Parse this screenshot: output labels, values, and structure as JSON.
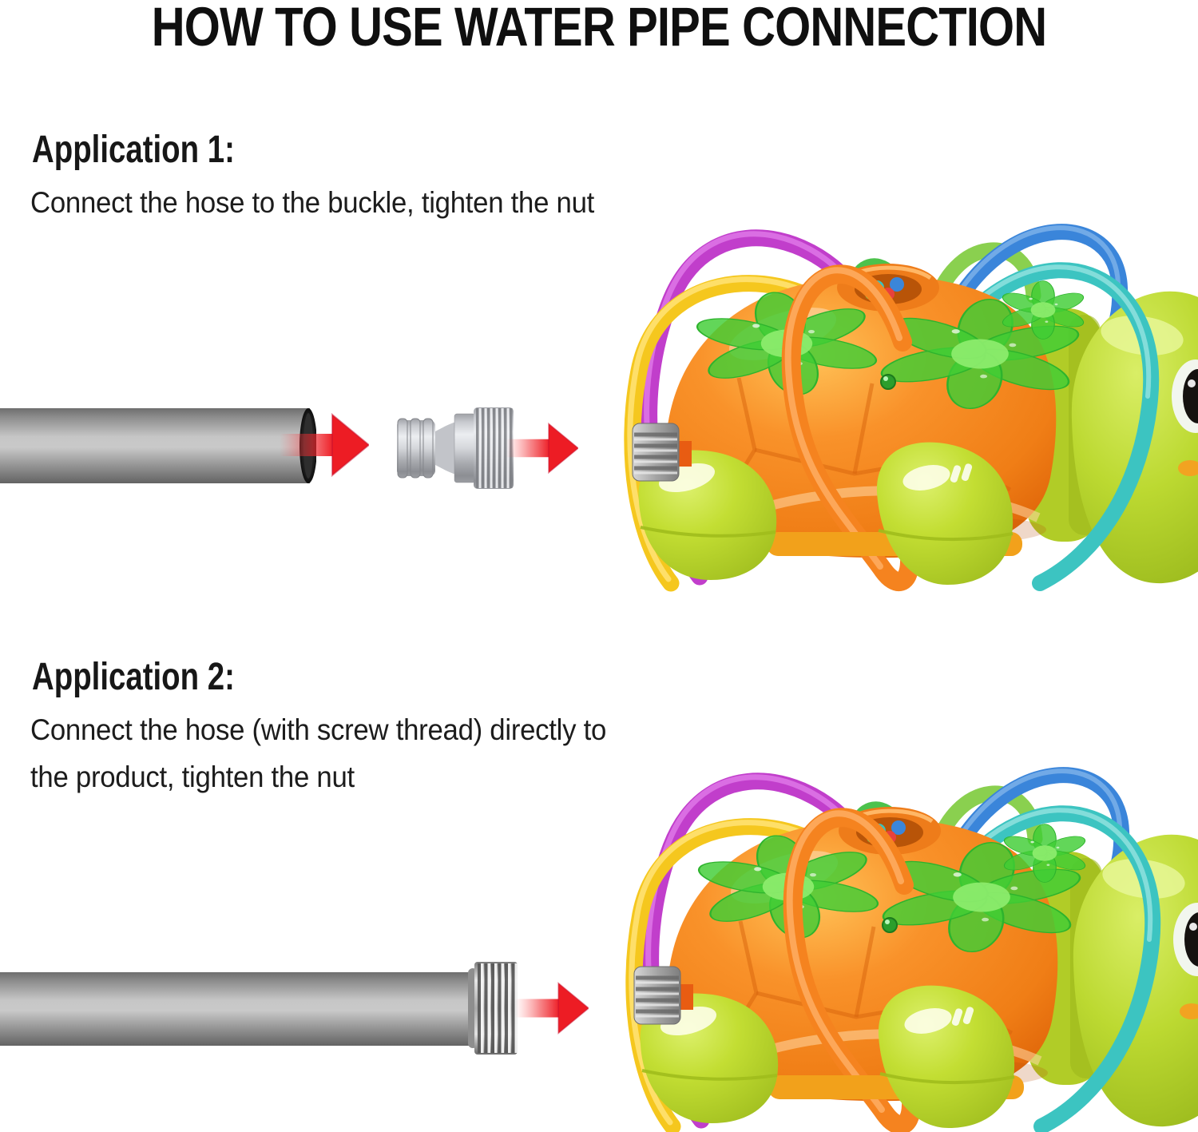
{
  "title": "HOW TO USE WATER PIPE CONNECTION",
  "sections": [
    {
      "heading": "Application 1:",
      "lines": [
        "Connect the hose to the buckle, tighten the nut"
      ],
      "figure": "hose + quick-connect adapter + turtle sprinkler"
    },
    {
      "heading": "Application 2:",
      "lines": [
        "Connect the hose (with screw thread) directly to",
        "the product, tighten the nut"
      ],
      "figure": "threaded hose end + turtle sprinkler"
    }
  ],
  "palette": {
    "text": "#111111",
    "arrow_red": "#ed1c24",
    "pipe_gray": "#9b9b9b",
    "pipe_cap_dark": "#1f1f1f",
    "connector_gray": "#b4b6bc",
    "shell_orange": "#f6861f",
    "turtle_green": "#bcd931",
    "leaf_green": "#44cf3a",
    "knob_gray": "#a9a9a9",
    "tube_magenta": "#c13ecb",
    "tube_yellow": "#f5c71e",
    "tube_orange": "#f5831f",
    "tube_green": "#4cc24c",
    "tube_cyan": "#3cc4c1",
    "tube_blue": "#3a85da"
  }
}
